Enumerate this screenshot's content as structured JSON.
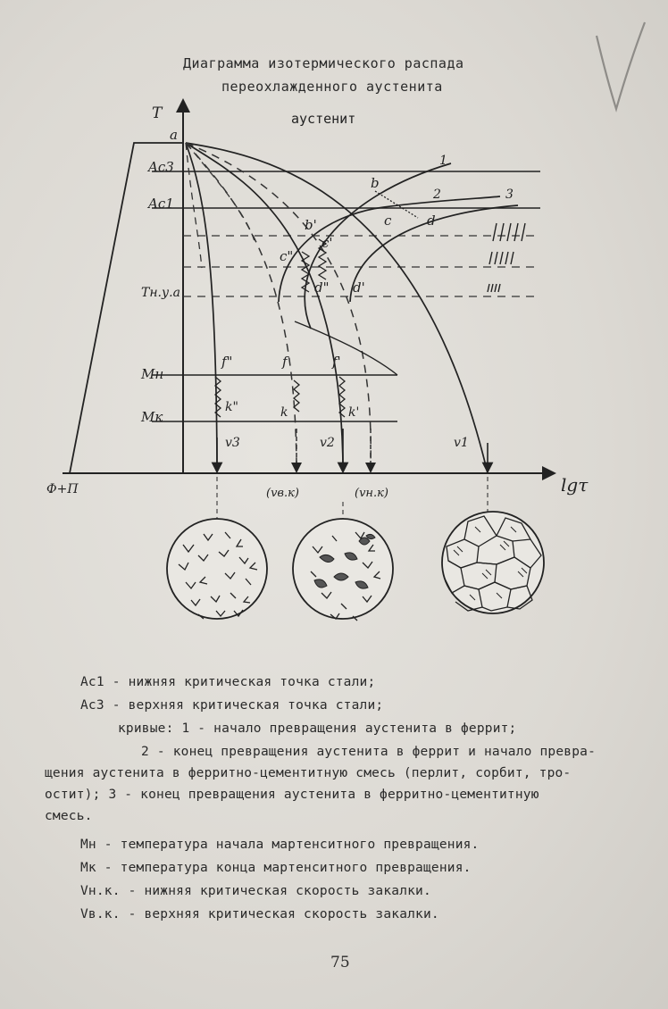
{
  "title": {
    "line1": "Диаграмма изотермического распада",
    "line2": "переохлажденного аустенита"
  },
  "diagram": {
    "region_label": "аустенит",
    "axis_y_label": "T",
    "axis_x_label": "lgτ",
    "origin_label": "Ф+П",
    "levels": {
      "ac3": "Ac3",
      "ac1": "Ac1",
      "tnya": "Tн.у.а",
      "mn": "Mн",
      "mk": "Mк"
    },
    "curve_numbers": [
      "1",
      "2",
      "3"
    ],
    "points": {
      "a": "a",
      "b": "b",
      "c": "c",
      "d": "d",
      "b1": "b'",
      "c1": "c'",
      "d1": "d'",
      "c2": "c\"",
      "d2": "d\"",
      "f": "f",
      "f1": "f'",
      "f2": "f\"",
      "k": "k",
      "k1": "k'",
      "k2": "k\""
    },
    "velocities": {
      "v1": "v1",
      "v2": "v2",
      "v3": "v3",
      "vvk": "(vв.к)",
      "vnk": "(vн.к)"
    }
  },
  "legend": {
    "line1": "Ac1 - нижняя критическая точка стали;",
    "line2": "Ac3 - верхняя критическая точка стали;",
    "line3": "кривые: 1 - начало превращения аустенита в феррит;",
    "line4": "2 - конец превращения аустенита в феррит и начало превра-",
    "line5": "щения аустенита в ферритно-цементитную смесь (перлит, сорбит, тро-",
    "line6": "остит); 3 -  конец  превращения  аустенита  в ферритно-цементитную",
    "line7": "смесь.",
    "line8": "Mн - температура начала мартенситного превращения.",
    "line9": "Mк - температура конца мартенситного превращения.",
    "line10": "Vн.к. - нижняя критическая скорость закалки.",
    "line11": "Vв.к. - верхняя критическая скорость закалки."
  },
  "page_number": "75"
}
